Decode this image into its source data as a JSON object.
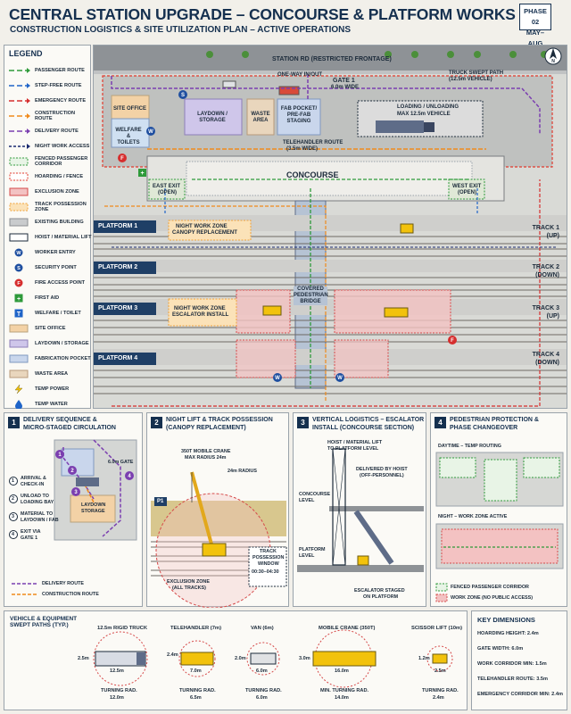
{
  "header": {
    "title": "CENTRAL STATION UPGRADE – CONCOURSE & PLATFORM WORKS",
    "subtitle": "CONSTRUCTION LOGISTICS & SITE UTILIZATION PLAN – ACTIVE OPERATIONS",
    "phase": "PHASE 02",
    "period": "MAY–AUG"
  },
  "legend": {
    "title": "LEGEND",
    "items": [
      {
        "label": "PASSENGER ROUTE",
        "sym": "line",
        "color": "#2e9a3a",
        "dash": "6,3"
      },
      {
        "label": "STEP-FREE ROUTE",
        "sym": "line",
        "color": "#1f64c8",
        "dash": "6,3"
      },
      {
        "label": "EMERGENCY ROUTE",
        "sym": "line",
        "color": "#d62e2e",
        "dash": "6,3"
      },
      {
        "label": "CONSTRUCTION ROUTE",
        "sym": "line",
        "color": "#f08a1c",
        "dash": "6,3"
      },
      {
        "label": "DELIVERY ROUTE",
        "sym": "line",
        "color": "#7b3fb0",
        "dash": "6,3"
      },
      {
        "label": "NIGHT WORK ACCESS",
        "sym": "line",
        "color": "#1a2a70",
        "dash": "3,2"
      },
      {
        "label": "FENCED PASSENGER CORRIDOR",
        "sym": "box",
        "color": "#2e9a3a",
        "fill": "#e8f4e6",
        "dash": "2,1.5"
      },
      {
        "label": "HOARDING / FENCE",
        "sym": "box",
        "color": "#e23b2e",
        "fill": "#fff",
        "dash": "2,1.5"
      },
      {
        "label": "EXCLUSION ZONE",
        "sym": "box",
        "color": "#d64a4a",
        "fill": "#f3c2c2",
        "dash": ""
      },
      {
        "label": "TRACK POSSESSION ZONE",
        "sym": "box",
        "color": "#f0a23a",
        "fill": "#fbe2b8",
        "dash": "2,1.5"
      },
      {
        "label": "EXISTING BUILDING",
        "sym": "box",
        "color": "#8b8f93",
        "fill": "#c9cbcd",
        "dash": ""
      },
      {
        "label": "HOIST / MATERIAL LIFT",
        "sym": "box",
        "color": "#1b2a3a",
        "fill": "#fff",
        "dash": ""
      },
      {
        "label": "WORKER ENTRY",
        "sym": "circle",
        "color": "#1f4fa0",
        "letter": "W"
      },
      {
        "label": "SECURITY POINT",
        "sym": "circle",
        "color": "#1f4fa0",
        "letter": "S"
      },
      {
        "label": "FIRE ACCESS POINT",
        "sym": "circle",
        "color": "#d62e2e",
        "letter": "F"
      },
      {
        "label": "FIRST AID",
        "sym": "square",
        "color": "#2e9a3a",
        "letter": "+"
      },
      {
        "label": "WELFARE / TOILET",
        "sym": "square",
        "color": "#1f64c8",
        "letter": "T"
      },
      {
        "label": "SITE OFFICE",
        "sym": "box",
        "color": "#b8a37c",
        "fill": "#f3d2a6",
        "dash": ""
      },
      {
        "label": "LAYDOWN / STORAGE",
        "sym": "box",
        "color": "#8d7fb8",
        "fill": "#cfc6ea",
        "dash": ""
      },
      {
        "label": "FABRICATION POCKET",
        "sym": "box",
        "color": "#7f98bf",
        "fill": "#c9d6ec",
        "dash": ""
      },
      {
        "label": "WASTE AREA",
        "sym": "box",
        "color": "#b89a7a",
        "fill": "#e9d6bd",
        "dash": ""
      },
      {
        "label": "TEMP POWER",
        "sym": "power",
        "color": "#f2c20c",
        "letter": "⚡"
      },
      {
        "label": "TEMP WATER",
        "sym": "water",
        "color": "#1f64c8",
        "letter": "💧"
      }
    ]
  },
  "plan": {
    "road": "STATION RD (RESTRICTED FRONTAGE)",
    "one_way": "ONE-WAY IN/OUT",
    "gate": "GATE 1",
    "gate_width": "6.0m WIDE",
    "truck_path": "TRUCK SWEPT PATH",
    "truck_path_sub": "(12.5m VEHICLE)",
    "site_office": "SITE OFFICE",
    "welfare": "WELFARE & TOILETS",
    "laydown": "LAYDOWN / STORAGE",
    "waste": "WASTE AREA",
    "fab": "FAB POCKET/ PRE-FAB STAGING",
    "loading": "LOADING / UNLOADING",
    "loading_sub": "MAX 12.5m VEHICLE",
    "telehandler_route": "TELEHANDLER ROUTE",
    "telehandler_route_sub": "(3.5m WIDE)",
    "concourse": "CONCOURSE",
    "east_exit": "EAST EXIT",
    "east_exit_sub": "(OPEN)",
    "west_exit": "WEST EXIT",
    "west_exit_sub": "(OPEN)",
    "bridge": "COVERED PEDESTRIAN BRIDGE",
    "night_zone_1": "NIGHT WORK ZONE",
    "night_zone_1_sub": "CANOPY REPLACEMENT",
    "night_zone_3": "NIGHT WORK ZONE",
    "night_zone_3_sub": "ESCALATOR INSTALL",
    "platforms": [
      "PLATFORM 1",
      "PLATFORM 2",
      "PLATFORM 3",
      "PLATFORM 4"
    ],
    "tracks": [
      {
        "name": "TRACK 1",
        "dir": "(UP)"
      },
      {
        "name": "TRACK 2",
        "dir": "(DOWN)"
      },
      {
        "name": "TRACK 3",
        "dir": "(UP)"
      },
      {
        "name": "TRACK 4",
        "dir": "(DOWN)"
      }
    ]
  },
  "panels": [
    {
      "num": "1",
      "title": "DELIVERY SEQUENCE &",
      "title2": "MICRO-STAGED CIRCULATION",
      "gate": "6.0m GATE",
      "laydown": "LAYDOWN",
      "laydown2": "STORAGE",
      "steps": [
        {
          "n": "1",
          "text": "ARRIVAL &",
          "text2": "CHECK-IN"
        },
        {
          "n": "2",
          "text": "UNLOAD TO",
          "text2": "LOADING BAY"
        },
        {
          "n": "3",
          "text": "MATERIAL TO",
          "text2": "LAYDOWN / FAB"
        },
        {
          "n": "4",
          "text": "EXIT VIA",
          "text2": "GATE 1"
        }
      ],
      "key1": "DELIVERY ROUTE",
      "key2": "CONSTRUCTION ROUTE"
    },
    {
      "num": "2",
      "title": "NIGHT LIFT & TRACK POSSESSION",
      "title2": "(CANOPY REPLACEMENT)",
      "crane": "350T MOBILE CRANE",
      "crane2": "MAX RADIUS 24m",
      "radius": "24m RADIUS",
      "p1": "P1",
      "exclusion": "EXCLUSION ZONE",
      "exclusion2": "(ALL TRACKS)",
      "window": "TRACK",
      "window2": "POSSESSION",
      "window3": "WINDOW",
      "window4": "00:30–04:30"
    },
    {
      "num": "3",
      "title": "VERTICAL LOGISTICS – ESCALATOR",
      "title2": "INSTALL (CONCOURSE SECTION)",
      "hoist": "HOIST / MATERIAL LIFT",
      "hoist2": "TO PLATFORM LEVEL",
      "delivered": "DELIVERED BY HOIST",
      "delivered2": "(OFF-PERSONNEL)",
      "concourse_level": "CONCOURSE",
      "concourse_level2": "LEVEL",
      "platform_level": "PLATFORM",
      "platform_level2": "LEVEL",
      "staged": "ESCALATOR STAGED",
      "staged2": "ON PLATFORM"
    },
    {
      "num": "4",
      "title": "PEDESTRIAN PROTECTION &",
      "title2": "PHASE CHANGEOVER",
      "day": "DAYTIME – TEMP ROUTING",
      "night": "NIGHT – WORK ZONE ACTIVE",
      "key1": "FENCED PASSENGER CORRIDOR",
      "key2": "WORK ZONE (NO PUBLIC ACCESS)"
    }
  ],
  "vehicles": {
    "title": "VEHICLE & EQUIPMENT",
    "title2": "SWEPT PATHS (TYP.)",
    "items": [
      {
        "name": "12.5m RIGID TRUCK",
        "length": "12.5m",
        "width": "2.5m",
        "turn_label": "TURNING RAD.",
        "turn": "12.0m"
      },
      {
        "name": "TELEHANDLER (7m)",
        "length": "7.0m",
        "width": "2.4m",
        "turn_label": "TURNING RAD.",
        "turn": "6.5m"
      },
      {
        "name": "VAN (6m)",
        "length": "6.0m",
        "width": "2.0m",
        "turn_label": "TURNING RAD.",
        "turn": "6.0m"
      },
      {
        "name": "MOBILE CRANE (350T)",
        "length": "16.0m",
        "width": "3.0m",
        "turn_label": "MIN. TURNING RAD.",
        "turn": "14.0m"
      },
      {
        "name": "SCISSOR LIFT (10m)",
        "length": "2.5m",
        "width": "1.2m",
        "turn_label": "TURNING RAD.",
        "turn": "2.4m"
      }
    ]
  },
  "dimensions": {
    "title": "KEY DIMENSIONS",
    "items": [
      "HOARDING HEIGHT: 2.4m",
      "GATE WIDTH: 6.0m",
      "WORK CORRIDOR MIN: 1.5m",
      "TELEHANDLER ROUTE: 3.5m",
      "EMERGENCY CORRIDOR MIN: 2.4m"
    ]
  }
}
